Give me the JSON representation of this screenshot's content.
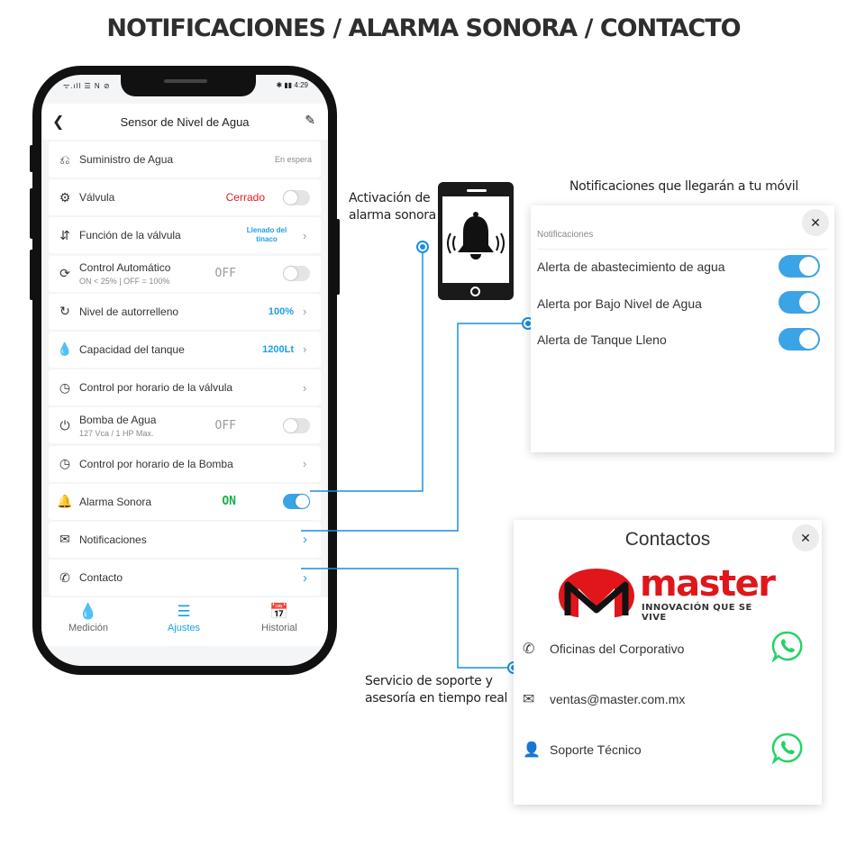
{
  "headline": "NOTIFICACIONES / ALARMA SONORA / CONTACTO",
  "status_bar": {
    "left": "ᯤ.ıll ☰ N ⊘",
    "right": "✱ ▮▮ 4:29"
  },
  "app": {
    "title": "Sensor de Nivel de Agua",
    "rows": [
      {
        "label": "Suministro de Agua",
        "value": "En espera"
      },
      {
        "label": "Válvula",
        "value": "Cerrado"
      },
      {
        "label": "Función de la válvula",
        "value": "Llenado del tinaco"
      },
      {
        "label": "Control Automático",
        "sub": "ON < 25% | OFF = 100%",
        "stamp": "OFF"
      },
      {
        "label": "Nivel de autorrelleno",
        "value": "100%"
      },
      {
        "label": "Capacidad del tanque",
        "value": "1200Lt"
      },
      {
        "label": "Control por horario de la válvula"
      },
      {
        "label": "Bomba de Agua",
        "sub": "127 Vca / 1 HP Max.",
        "stamp": "OFF"
      },
      {
        "label": "Control por horario de la Bomba"
      },
      {
        "label": "Alarma Sonora",
        "stamp": "ON"
      },
      {
        "label": "Notificaciones"
      },
      {
        "label": "Contacto"
      }
    ],
    "tabs": [
      {
        "label": "Medición",
        "active": false
      },
      {
        "label": "Ajustes",
        "active": true
      },
      {
        "label": "Historial",
        "active": false
      }
    ]
  },
  "callouts": {
    "alarm_line1": "Activación de",
    "alarm_line2": "alarma sonora",
    "notif_title": "Notificaciones que llegarán a tu móvil",
    "support_line1": "Servicio de soporte y",
    "support_line2": "asesoría en tiempo real"
  },
  "notifications_card": {
    "header": "Notificaciones",
    "close": "✕",
    "items": [
      {
        "label": "Alerta de abastecimiento de agua",
        "enabled": true
      },
      {
        "label": "Alerta por Bajo Nivel de Agua",
        "enabled": true
      },
      {
        "label": "Alerta de Tanque Lleno",
        "enabled": true
      }
    ]
  },
  "contacts_card": {
    "title": "Contactos",
    "close": "✕",
    "logo_word": "master",
    "logo_tagline": "INNOVACIÓN QUE SE VIVE",
    "items": [
      {
        "label": "Oficinas del Corporativo",
        "icon": "phone-icon",
        "whatsapp": true
      },
      {
        "label": "ventas@master.com.mx",
        "icon": "mail-icon",
        "whatsapp": false
      },
      {
        "label": "Soporte Técnico",
        "icon": "person-icon",
        "whatsapp": true
      }
    ]
  },
  "colors": {
    "accent": "#1aa0e6",
    "line": "#1a8fe0",
    "brand": "#e0161b",
    "on_green": "#16b04a",
    "off_red": "#e02020",
    "whatsapp": "#25d366"
  }
}
